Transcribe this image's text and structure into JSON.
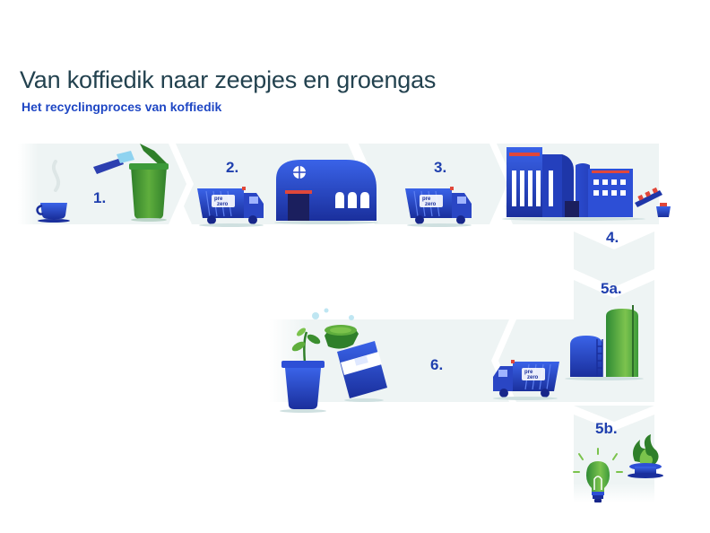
{
  "header": {
    "title": "Van koffiedik naar zeepjes en groengas",
    "subtitle": "Het recyclingproces van koffiedik"
  },
  "steps": [
    {
      "label": "1."
    },
    {
      "label": "2."
    },
    {
      "label": "3."
    },
    {
      "label": "4."
    },
    {
      "label": "5a."
    },
    {
      "label": "6."
    },
    {
      "label": "5b."
    }
  ],
  "trucks": {
    "brand_top": "pre",
    "brand_bottom": "zero"
  },
  "colors": {
    "path": "#eef4f4",
    "blue_dark": "#1a2f9c",
    "blue": "#2d4fd6",
    "green": "#3b8f2f",
    "green_light": "#7bc34c",
    "red": "#e0473a",
    "text_title": "#23424f",
    "text_blue": "#1f47c4"
  },
  "icons": [
    "coffee-cup-icon",
    "green-bin-icon",
    "waste-truck-icon",
    "depot-building-icon",
    "factory-icon",
    "conveyor-icon",
    "biogas-tank-icon",
    "plant-pot-icon",
    "soap-bar-icon",
    "soap-box-icon",
    "light-bulb-icon",
    "gas-flame-icon"
  ]
}
